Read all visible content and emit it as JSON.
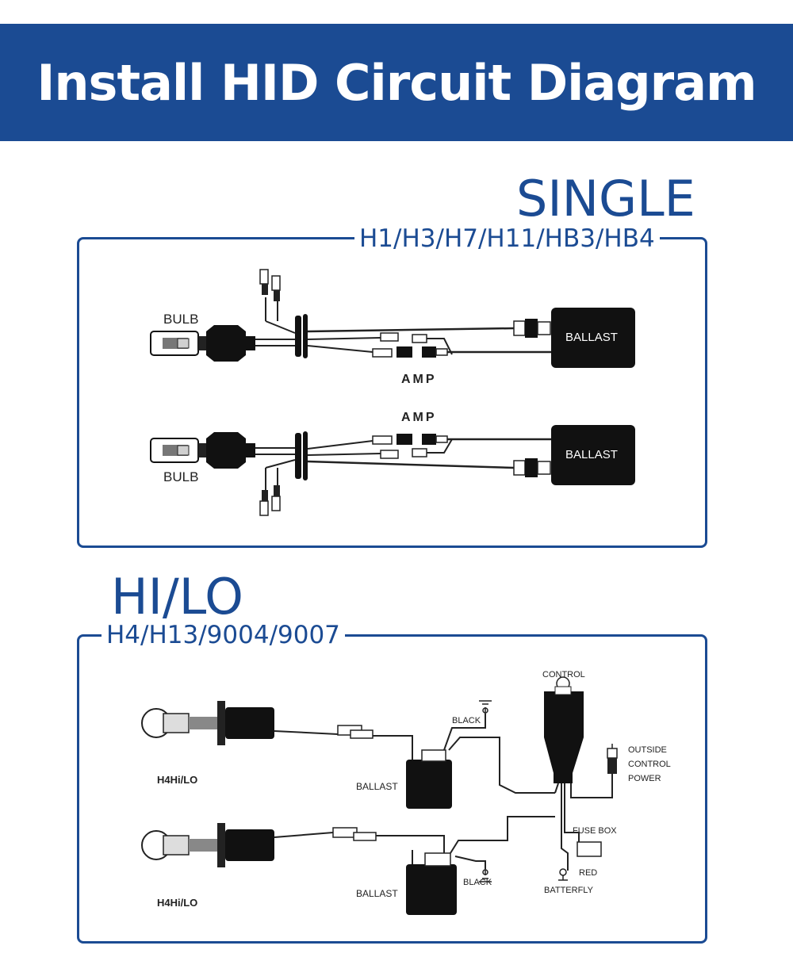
{
  "page": {
    "title": "Install HID Circuit Diagram",
    "colors": {
      "brand_blue": "#1b4b93",
      "background": "#ffffff"
    }
  },
  "single": {
    "heading": "SINGLE",
    "models": "H1/H3/H7/H11/HB3/HB4",
    "top": {
      "bulb_label": "BULB",
      "amp_label": "AMP",
      "ballast_label": "BALLAST"
    },
    "bottom": {
      "bulb_label": "BULB",
      "amp_label": "AMP",
      "ballast_label": "BALLAST"
    }
  },
  "hilo": {
    "heading": "HI/LO",
    "models": "H4/H13/9004/9007",
    "bulb_label_top": "H4Hi/LO",
    "bulb_label_bottom": "H4Hi/LO",
    "ballast_label_top": "BALLAST",
    "ballast_label_bottom": "BALLAST",
    "black_label_top": "BLACK",
    "black_label_bottom": "BLACK",
    "control_label": "CONTROL",
    "outside_control_power": [
      "OUTSIDE",
      "CONTROL",
      "POWER"
    ],
    "fuse_box_label": "FUSE BOX",
    "red_label": "RED",
    "battery_label": "BATTERFLY"
  }
}
